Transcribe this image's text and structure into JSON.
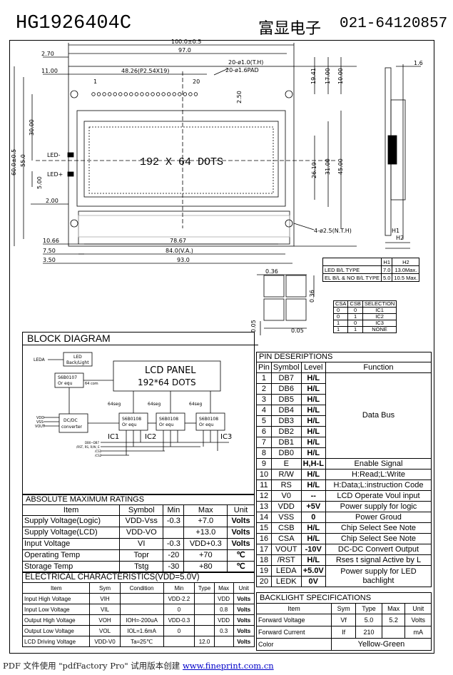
{
  "header": {
    "model": "HG1926404C",
    "company": "富显电子",
    "phone": "021-64120857"
  },
  "drawing": {
    "dim_top_100": "100.0±0.5",
    "dim_97": "97.0",
    "dim_270": "2.70",
    "dim_1100": "11.00",
    "dim_pitch": "48.26(P2.54X19)",
    "pin1": "1",
    "pin20": "20",
    "hole_th": "20-ø1.0(T.H)",
    "hole_pad": "20-ø1.6PAD",
    "dim_250": "2.50",
    "dim_1941": "19.41",
    "dim_1700": "17.00",
    "dim_1000": "10.00",
    "dim_16": "1.6",
    "dim_60": "60.0±0.5",
    "dim_55": "55.0",
    "dim_30": "30.00",
    "dim_5": "5.00",
    "dim_2": "2.00",
    "led_minus": "LED-",
    "led_plus": "LED+",
    "dots": "192 X 64 DOTS",
    "dim_2619": "26.19",
    "dim_31": "31.00",
    "dim_45": "45.00",
    "mount_holes": "4-ø2.5(N.T.H)",
    "dim_1066": "10.66",
    "dim_750": "7.50",
    "dim_350": "3.50",
    "dim_7867": "78.67",
    "dim_84": "84.0(V.A.)",
    "dim_93": "93.0",
    "h1": "H1",
    "h2": "H2",
    "dot_036a": "0.36",
    "dot_036b": "0.36",
    "dot_005a": "0.05",
    "dot_005b": "0.05"
  },
  "height_table": {
    "headers": [
      "",
      "H1",
      "H2"
    ],
    "rows": [
      [
        "LED B/L TYPE",
        "7.0",
        "13.0Max."
      ],
      [
        "EL B/L & NO B/L TYPE",
        "5.0",
        "10.5 Max."
      ]
    ]
  },
  "csa_table": {
    "headers": [
      "CSA",
      "CSB",
      "SELECTION"
    ],
    "rows": [
      [
        "0",
        "0",
        "IC1"
      ],
      [
        "0",
        "1",
        "IC2"
      ],
      [
        "1",
        "0",
        "IC3"
      ],
      [
        "1",
        "1",
        "NONE"
      ]
    ]
  },
  "block_diagram": {
    "title": "BLOCK DIAGRAM",
    "leda": "LEDA",
    "led": "LED",
    "backlight": "Back/Light",
    "ks0107": "S6B0107",
    "ks0107_or": "Or equ",
    "com64": "64 com",
    "lcd_panel": "LCD PANEL",
    "lcd_dots": "192*64 DOTS",
    "seg1": "64seg",
    "seg2": "64seg",
    "seg3": "64seg",
    "vdd": "VDD",
    "vss": "VSS",
    "vout": "VOUT",
    "dcdc": "DC/DC",
    "converter": "converter",
    "ic_name": "S6B0108",
    "ic_name2": "S6B0108",
    "ic_name3": "S6B0108",
    "ic_or": "Or equ",
    "ic1": "IC1",
    "ic2": "IC2",
    "ic3": "IC3",
    "sig1": "DB0~DB7",
    "sig2": "/RST, RS, R/W, E",
    "sig3": "/CS1",
    "sig4": "/CS2"
  },
  "abs_max": {
    "title": "ABSOLUTE MAXIMUM RATINGS",
    "headers": [
      "Item",
      "Symbol",
      "Min",
      "Max",
      "Unit"
    ],
    "rows": [
      [
        "Supply Voltage(Logic)",
        "VDD-Vss",
        "-0.3",
        "+7.0",
        "Volts"
      ],
      [
        "Supply Voltage(LCD)",
        "VDD-VO",
        "",
        "+13.0",
        "Volts"
      ],
      [
        "Input Voltage",
        "VI",
        "-0.3",
        "VDD+0.3",
        "Volts"
      ],
      [
        "Operating Temp",
        "Topr",
        "-20",
        "+70",
        "℃"
      ],
      [
        "Storage Temp",
        "Tstg",
        "-30",
        "+80",
        "℃"
      ]
    ]
  },
  "elec": {
    "title": "ELECTRICAL CHARACTERISTICS(VDD=5.0V)",
    "headers": [
      "Item",
      "Sym",
      "Condition",
      "Min",
      "Type",
      "Max",
      "Unit"
    ],
    "rows": [
      [
        "Input High Voltage",
        "VIH",
        "",
        "VDD-2.2",
        "",
        "VDD",
        "Volts"
      ],
      [
        "Input Low Voltage",
        "VIL",
        "",
        "0",
        "",
        "0.8",
        "Volts"
      ],
      [
        "Output High Voltage",
        "VOH",
        "IOH=-200uA",
        "VDD-0.3",
        "",
        "VDD",
        "Volts"
      ],
      [
        "Output Low Voltage",
        "VOL",
        "IOL=1.6mA",
        "0",
        "",
        "0.3",
        "Volts"
      ],
      [
        "LCD Driving Voltage",
        "VDD-V0",
        "Ta=25℃",
        "",
        "12.0",
        "",
        "Volts"
      ]
    ]
  },
  "pins": {
    "title": "PIN DESERIPTIONS",
    "headers": [
      "Pin",
      "Symbol",
      "Level",
      "Function"
    ],
    "rows": [
      [
        "1",
        "DB7",
        "H/L",
        "Data Bus"
      ],
      [
        "2",
        "DB6",
        "H/L",
        ""
      ],
      [
        "3",
        "DB5",
        "H/L",
        ""
      ],
      [
        "4",
        "DB4",
        "H/L",
        ""
      ],
      [
        "5",
        "DB3",
        "H/L",
        ""
      ],
      [
        "6",
        "DB2",
        "H/L",
        ""
      ],
      [
        "7",
        "DB1",
        "H/L",
        ""
      ],
      [
        "8",
        "DB0",
        "H/L",
        ""
      ],
      [
        "9",
        "E",
        "H,H-L",
        "Enable Signal"
      ],
      [
        "10",
        "R/W",
        "H/L",
        "H:Read;L:Write"
      ],
      [
        "11",
        "RS",
        "H/L",
        "H:Data;L:instruction Code"
      ],
      [
        "12",
        "V0",
        "--",
        "LCD Operate Voul input"
      ],
      [
        "13",
        "VDD",
        "+5V",
        "Power supply for logic"
      ],
      [
        "14",
        "VSS",
        "0",
        "Power Groud"
      ],
      [
        "15",
        "CSB",
        "H/L",
        "Chip Select See Note"
      ],
      [
        "16",
        "CSA",
        "H/L",
        "Chip Select See Note"
      ],
      [
        "17",
        "VOUT",
        "-10V",
        "DC-DC Convert Output"
      ],
      [
        "18",
        "/RST",
        "H/L",
        "Rses t signal Active by L"
      ],
      [
        "19",
        "LEDA",
        "+5.0V",
        "Power supply for LED bachlight"
      ],
      [
        "20",
        "LEDK",
        "0V",
        ""
      ]
    ]
  },
  "backlight": {
    "title": "BACKLIGHT SPECIFICATIONS",
    "headers": [
      "Item",
      "Sym",
      "Type",
      "Max",
      "Unit"
    ],
    "rows": [
      [
        "Forward Voltage",
        "Vf",
        "5.0",
        "5.2",
        "Volts"
      ],
      [
        "Forward Current",
        "If",
        "210",
        "",
        "mA"
      ],
      [
        "Color",
        "Yellow-Green",
        "",
        "",
        ""
      ]
    ]
  },
  "footer": {
    "text": "PDF 文件使用 \"pdfFactory Pro\" 试用版本创建 ",
    "link": "www.fineprint.com.cn"
  }
}
